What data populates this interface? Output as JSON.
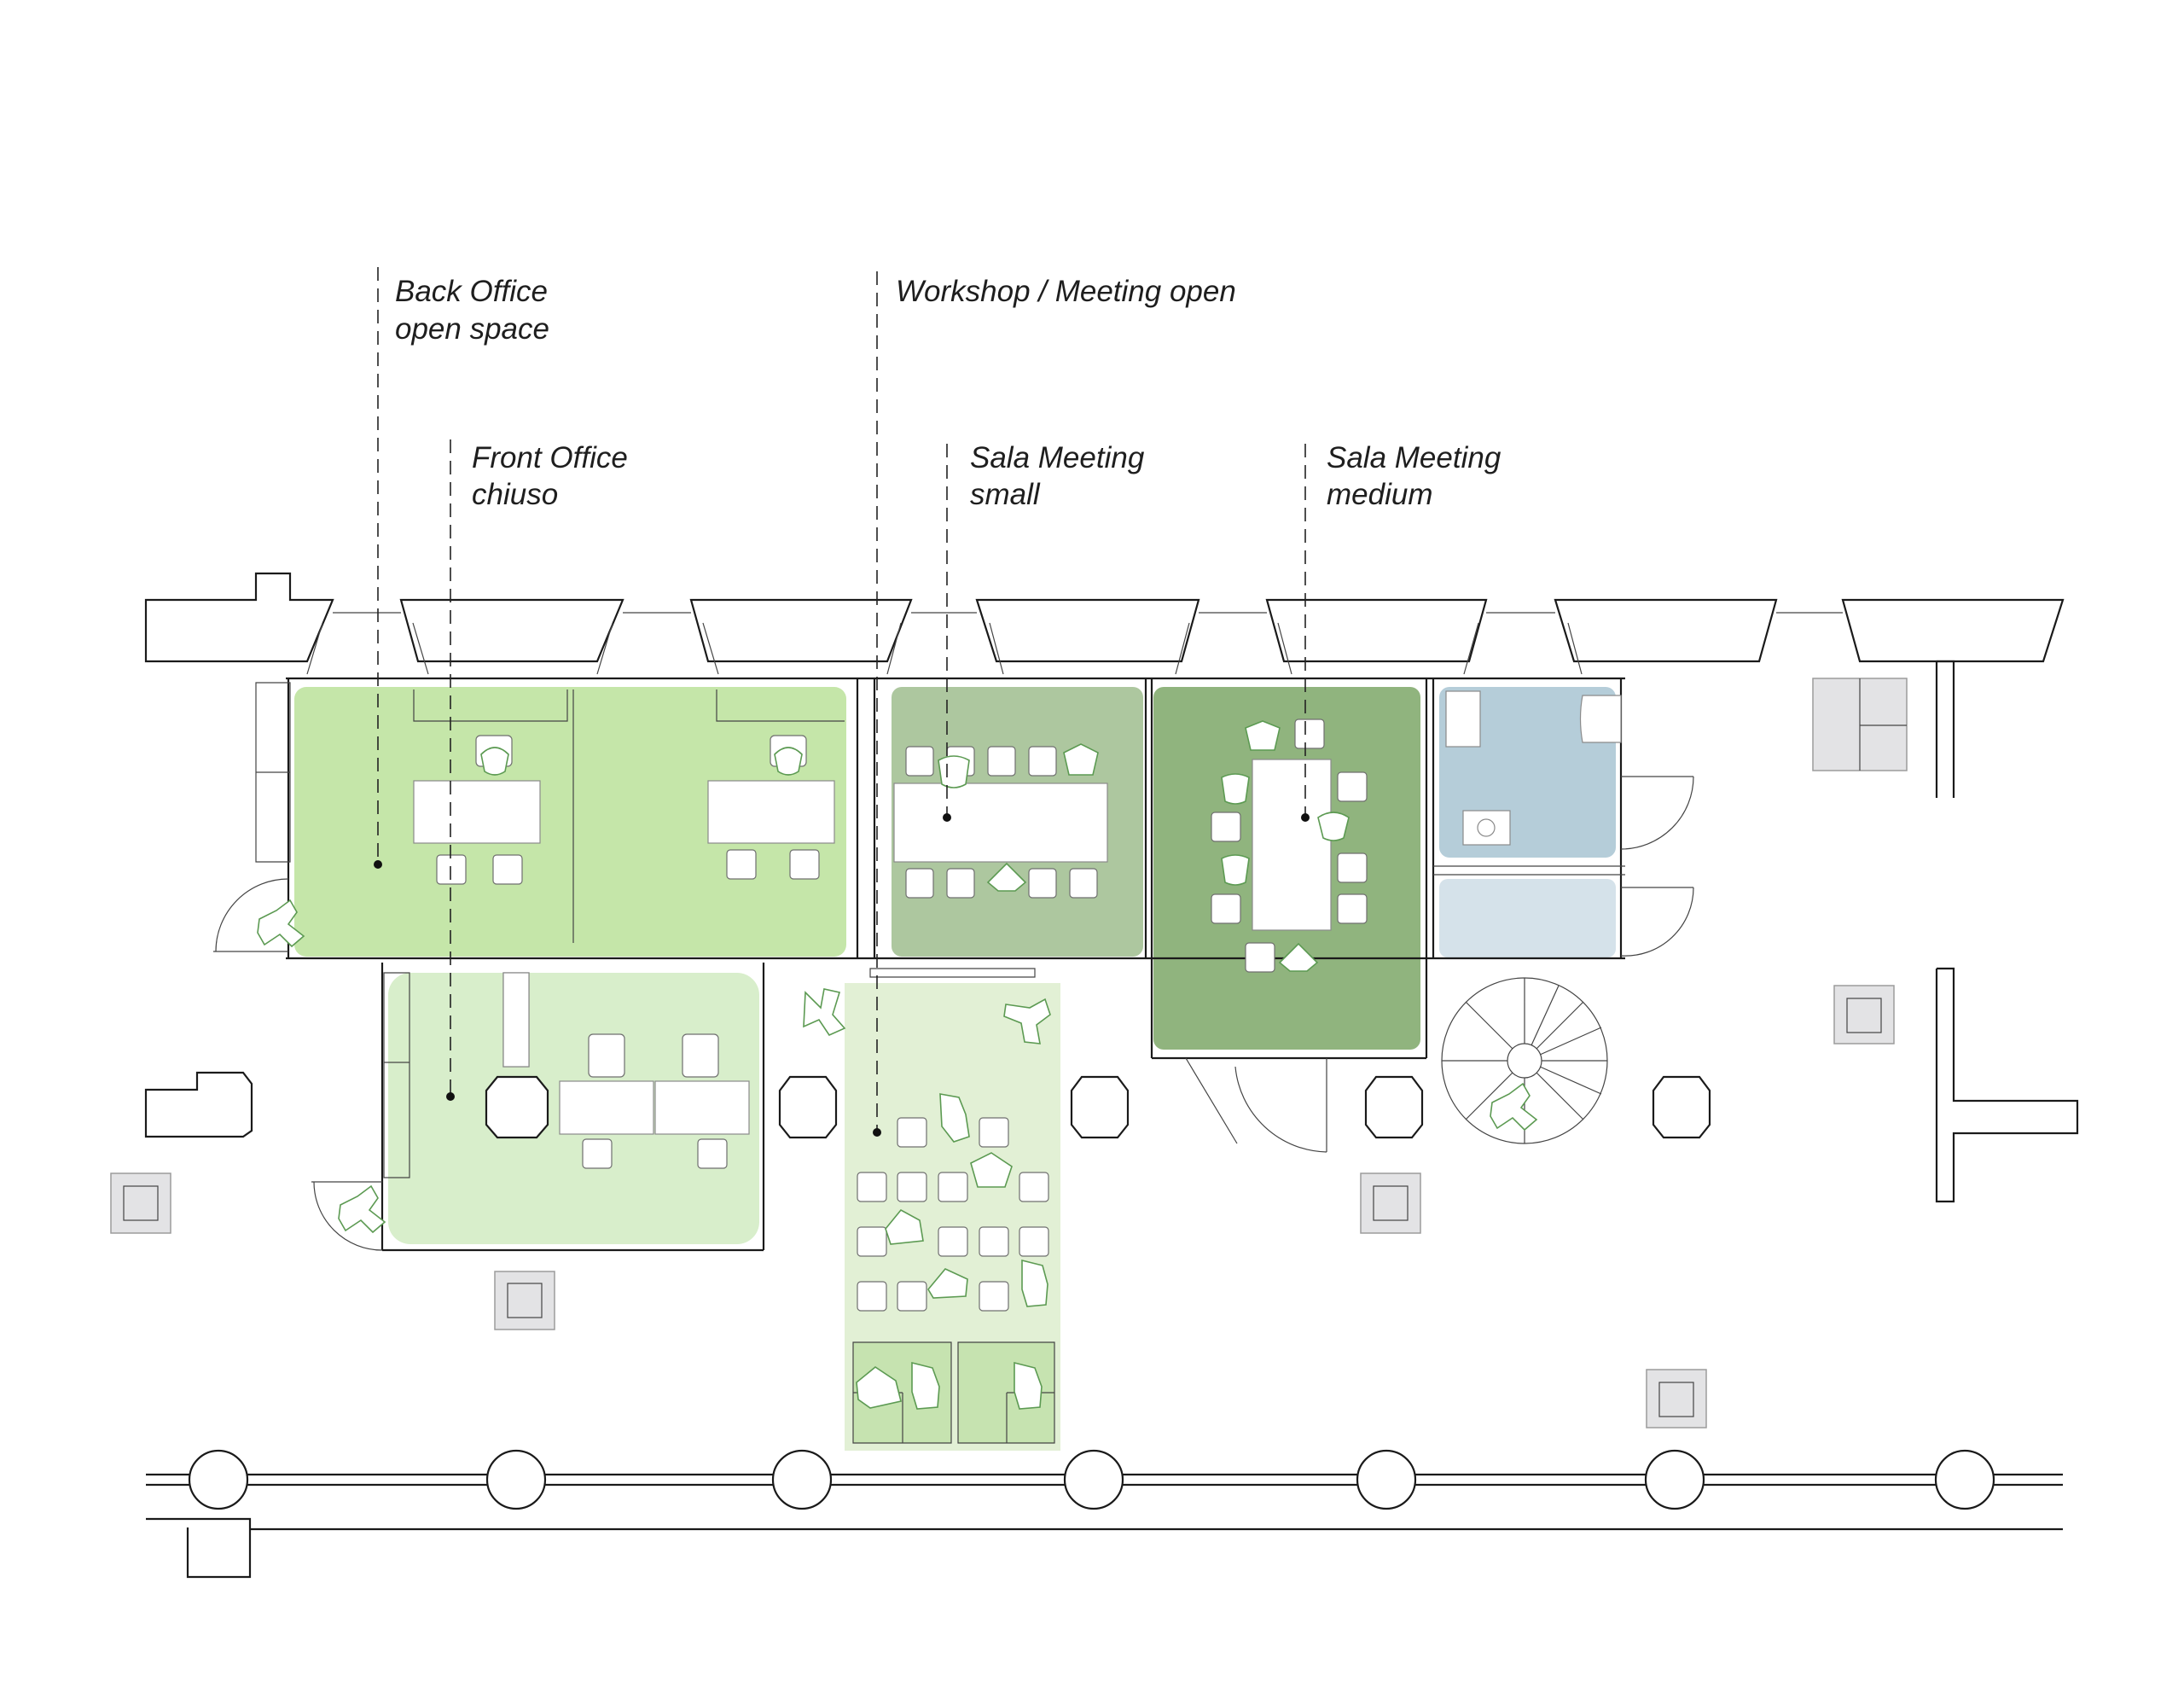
{
  "labels": {
    "back_office": [
      "Back Office",
      "open space"
    ],
    "workshop": [
      "Workshop / Meeting open"
    ],
    "front_office": [
      "Front Office",
      "chiuso"
    ],
    "meeting_small": [
      "Sala Meeting",
      "small"
    ],
    "meeting_medium": [
      "Sala Meeting",
      "medium"
    ]
  },
  "colors": {
    "back_office": "#c5e6a9",
    "front_office": "#d8eecb",
    "workshop": "#e2f0d5",
    "workshop_booths": "#c6e3b0",
    "meeting_small": "#adc79f",
    "meeting_medium": "#90b47e",
    "wc": "#b5cdd9",
    "storage": "#d5e2ea",
    "person_stroke": "#5c9a52",
    "wall": "#1a1a1a",
    "pier_fill": "#e3e3e5"
  },
  "icons": [
    "person-icon",
    "chair-icon",
    "table-icon",
    "column-icon",
    "spiral-stair-icon",
    "door-icon",
    "wc-icon"
  ]
}
